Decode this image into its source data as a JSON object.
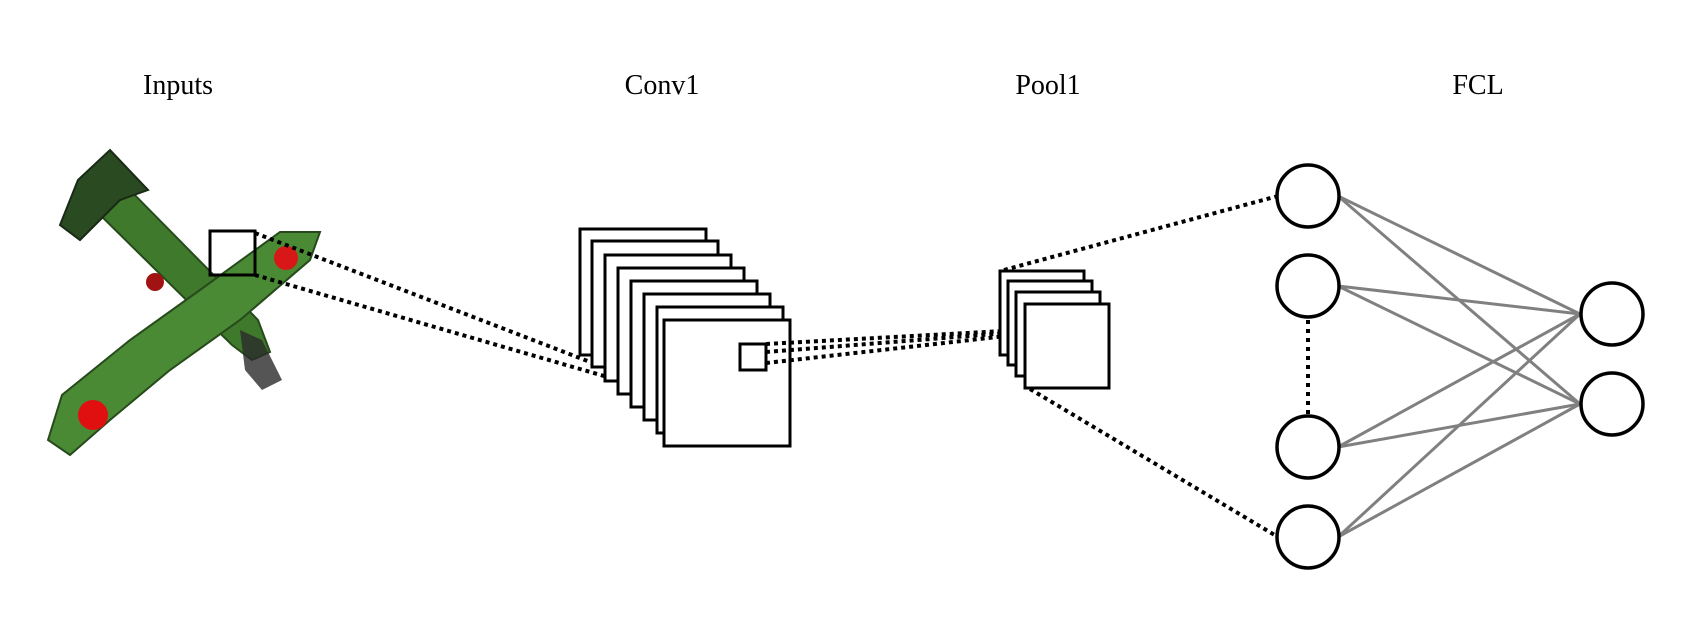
{
  "diagram": {
    "stages": [
      {
        "id": "inputs",
        "label": "Inputs"
      },
      {
        "id": "conv1",
        "label": "Conv1"
      },
      {
        "id": "pool1",
        "label": "Pool1"
      },
      {
        "id": "fcl",
        "label": "FCL"
      }
    ],
    "input_image": {
      "subject": "airplane-icon",
      "colors": {
        "body": "#3f7a2c",
        "dark": "#1f2f1a",
        "marking": "#e01010"
      }
    },
    "conv1": {
      "feature_maps": 8
    },
    "pool1": {
      "feature_maps": 4
    },
    "fcl": {
      "layer1_nodes_shown": 4,
      "layer2_nodes": 2,
      "ellipsis": "vertical-dots"
    },
    "colors": {
      "stroke": "#000000",
      "fc_edge": "#808080"
    }
  }
}
